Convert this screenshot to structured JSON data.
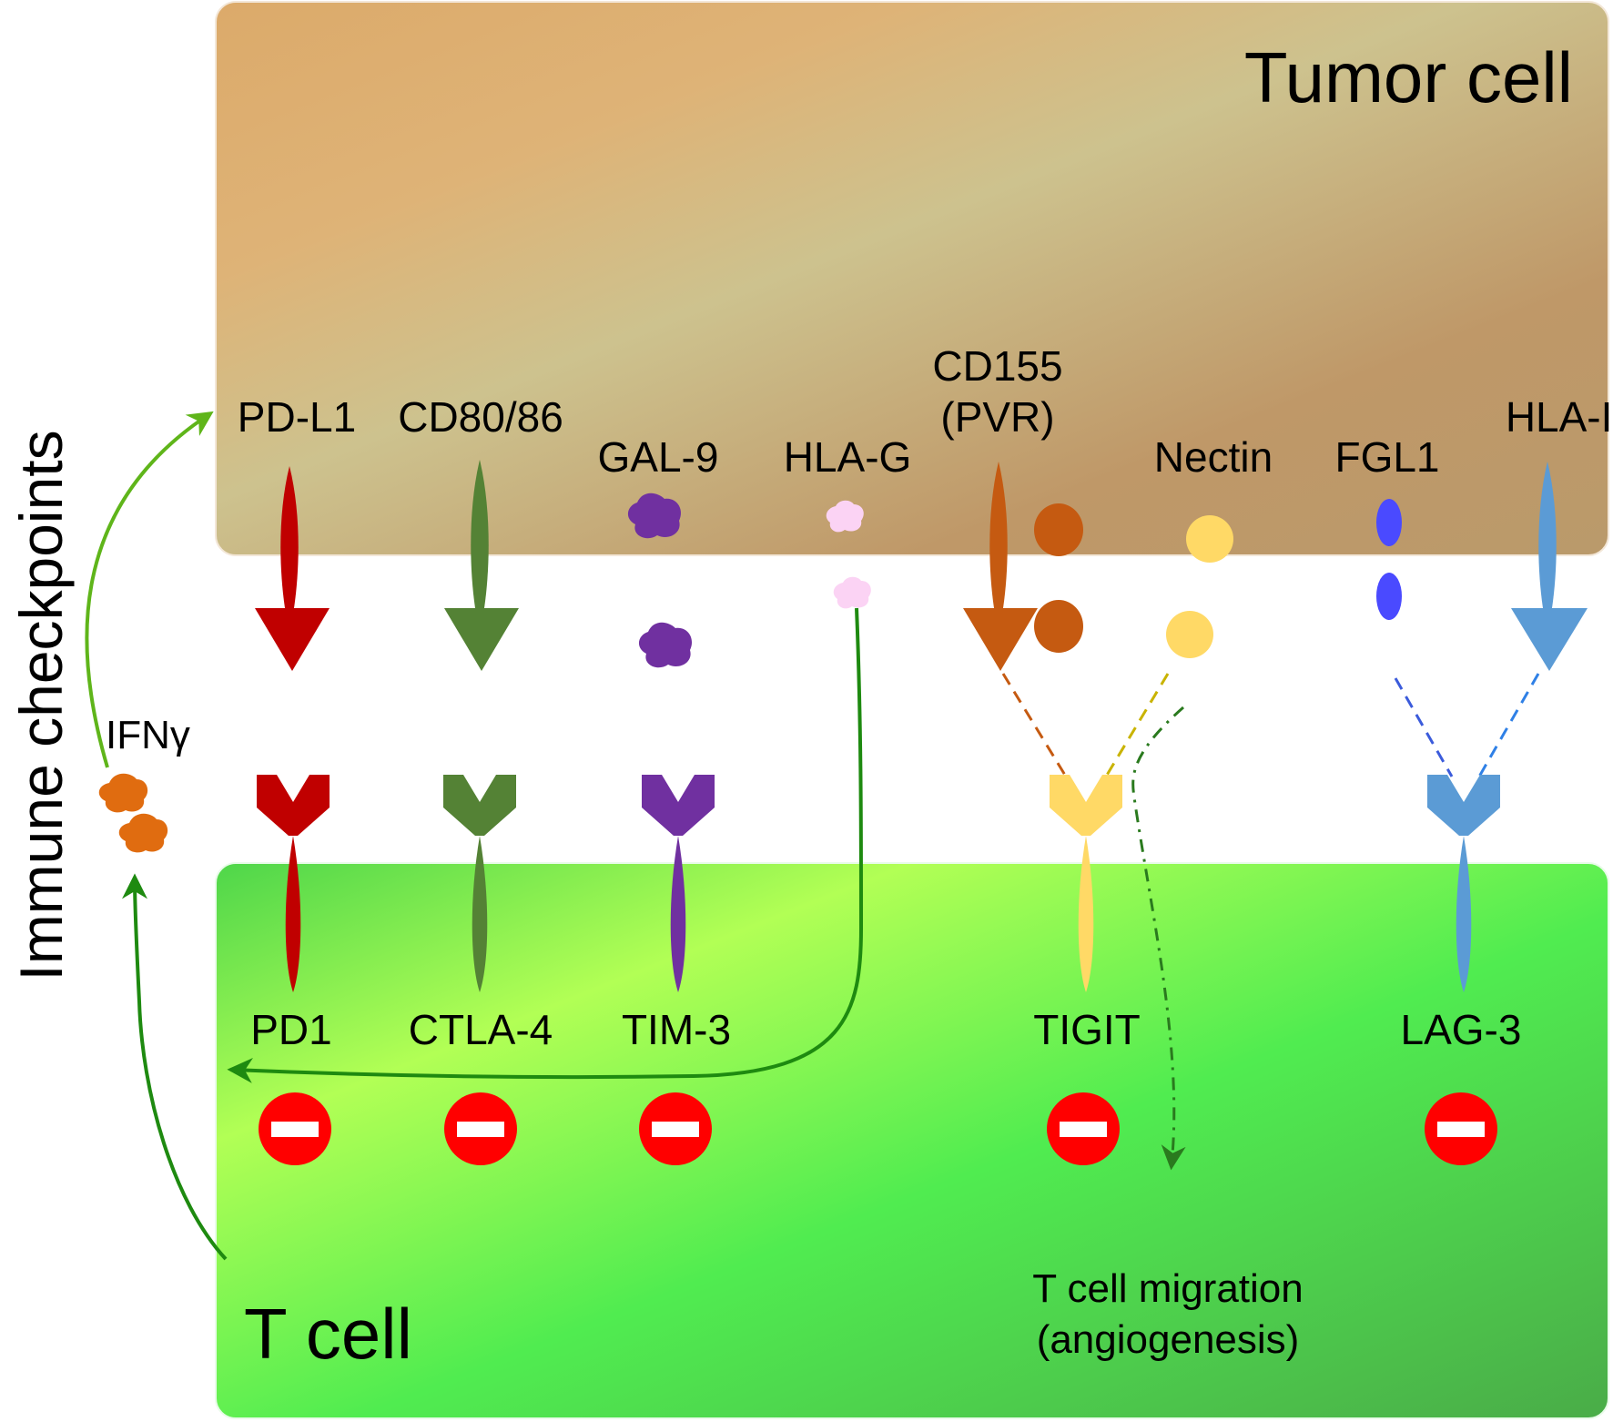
{
  "title": "Immune checkpoints",
  "cells": {
    "tumor": "Tumor cell",
    "tcell": "T cell"
  },
  "cytokine": "IFNγ",
  "ligands": {
    "pdl1": "PD-L1",
    "cd80": "CD80/86",
    "gal9": "GAL-9",
    "hlag": "HLA-G",
    "cd155_line1": "CD155",
    "cd155_line2": "(PVR)",
    "nectin": "Nectin",
    "fgl1": "FGL1",
    "hla2": "HLA-II"
  },
  "receptors": {
    "pd1": "PD1",
    "ctla4": "CTLA-4",
    "tim3": "TIM-3",
    "tigit": "TIGIT",
    "lag3": "LAG-3"
  },
  "outcome": {
    "line1": "T cell migration",
    "line2": "(angiogenesis)"
  },
  "colors": {
    "pd": "#c00000",
    "ctla": "#548235",
    "tim": "#7030a0",
    "hlag": "#f9d0f2",
    "cd155": "#c55a11",
    "nectin": "#ffd966",
    "fgl1": "#4a4aff",
    "lag": "#5b9bd5",
    "ifn": "#e06c10",
    "arrow_green": "#1e8a10",
    "inhibit": "#ff0000"
  }
}
